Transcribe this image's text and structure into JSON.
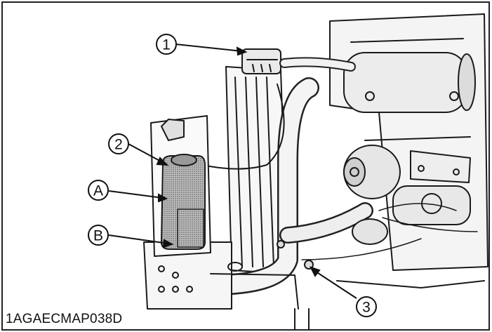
{
  "figure": {
    "caption": "1AGAECMAP038D",
    "callouts": [
      {
        "id": "1",
        "label": "1"
      },
      {
        "id": "2",
        "label": "2"
      },
      {
        "id": "3",
        "label": "3"
      },
      {
        "id": "A",
        "label": "A"
      },
      {
        "id": "B",
        "label": "B"
      }
    ]
  }
}
